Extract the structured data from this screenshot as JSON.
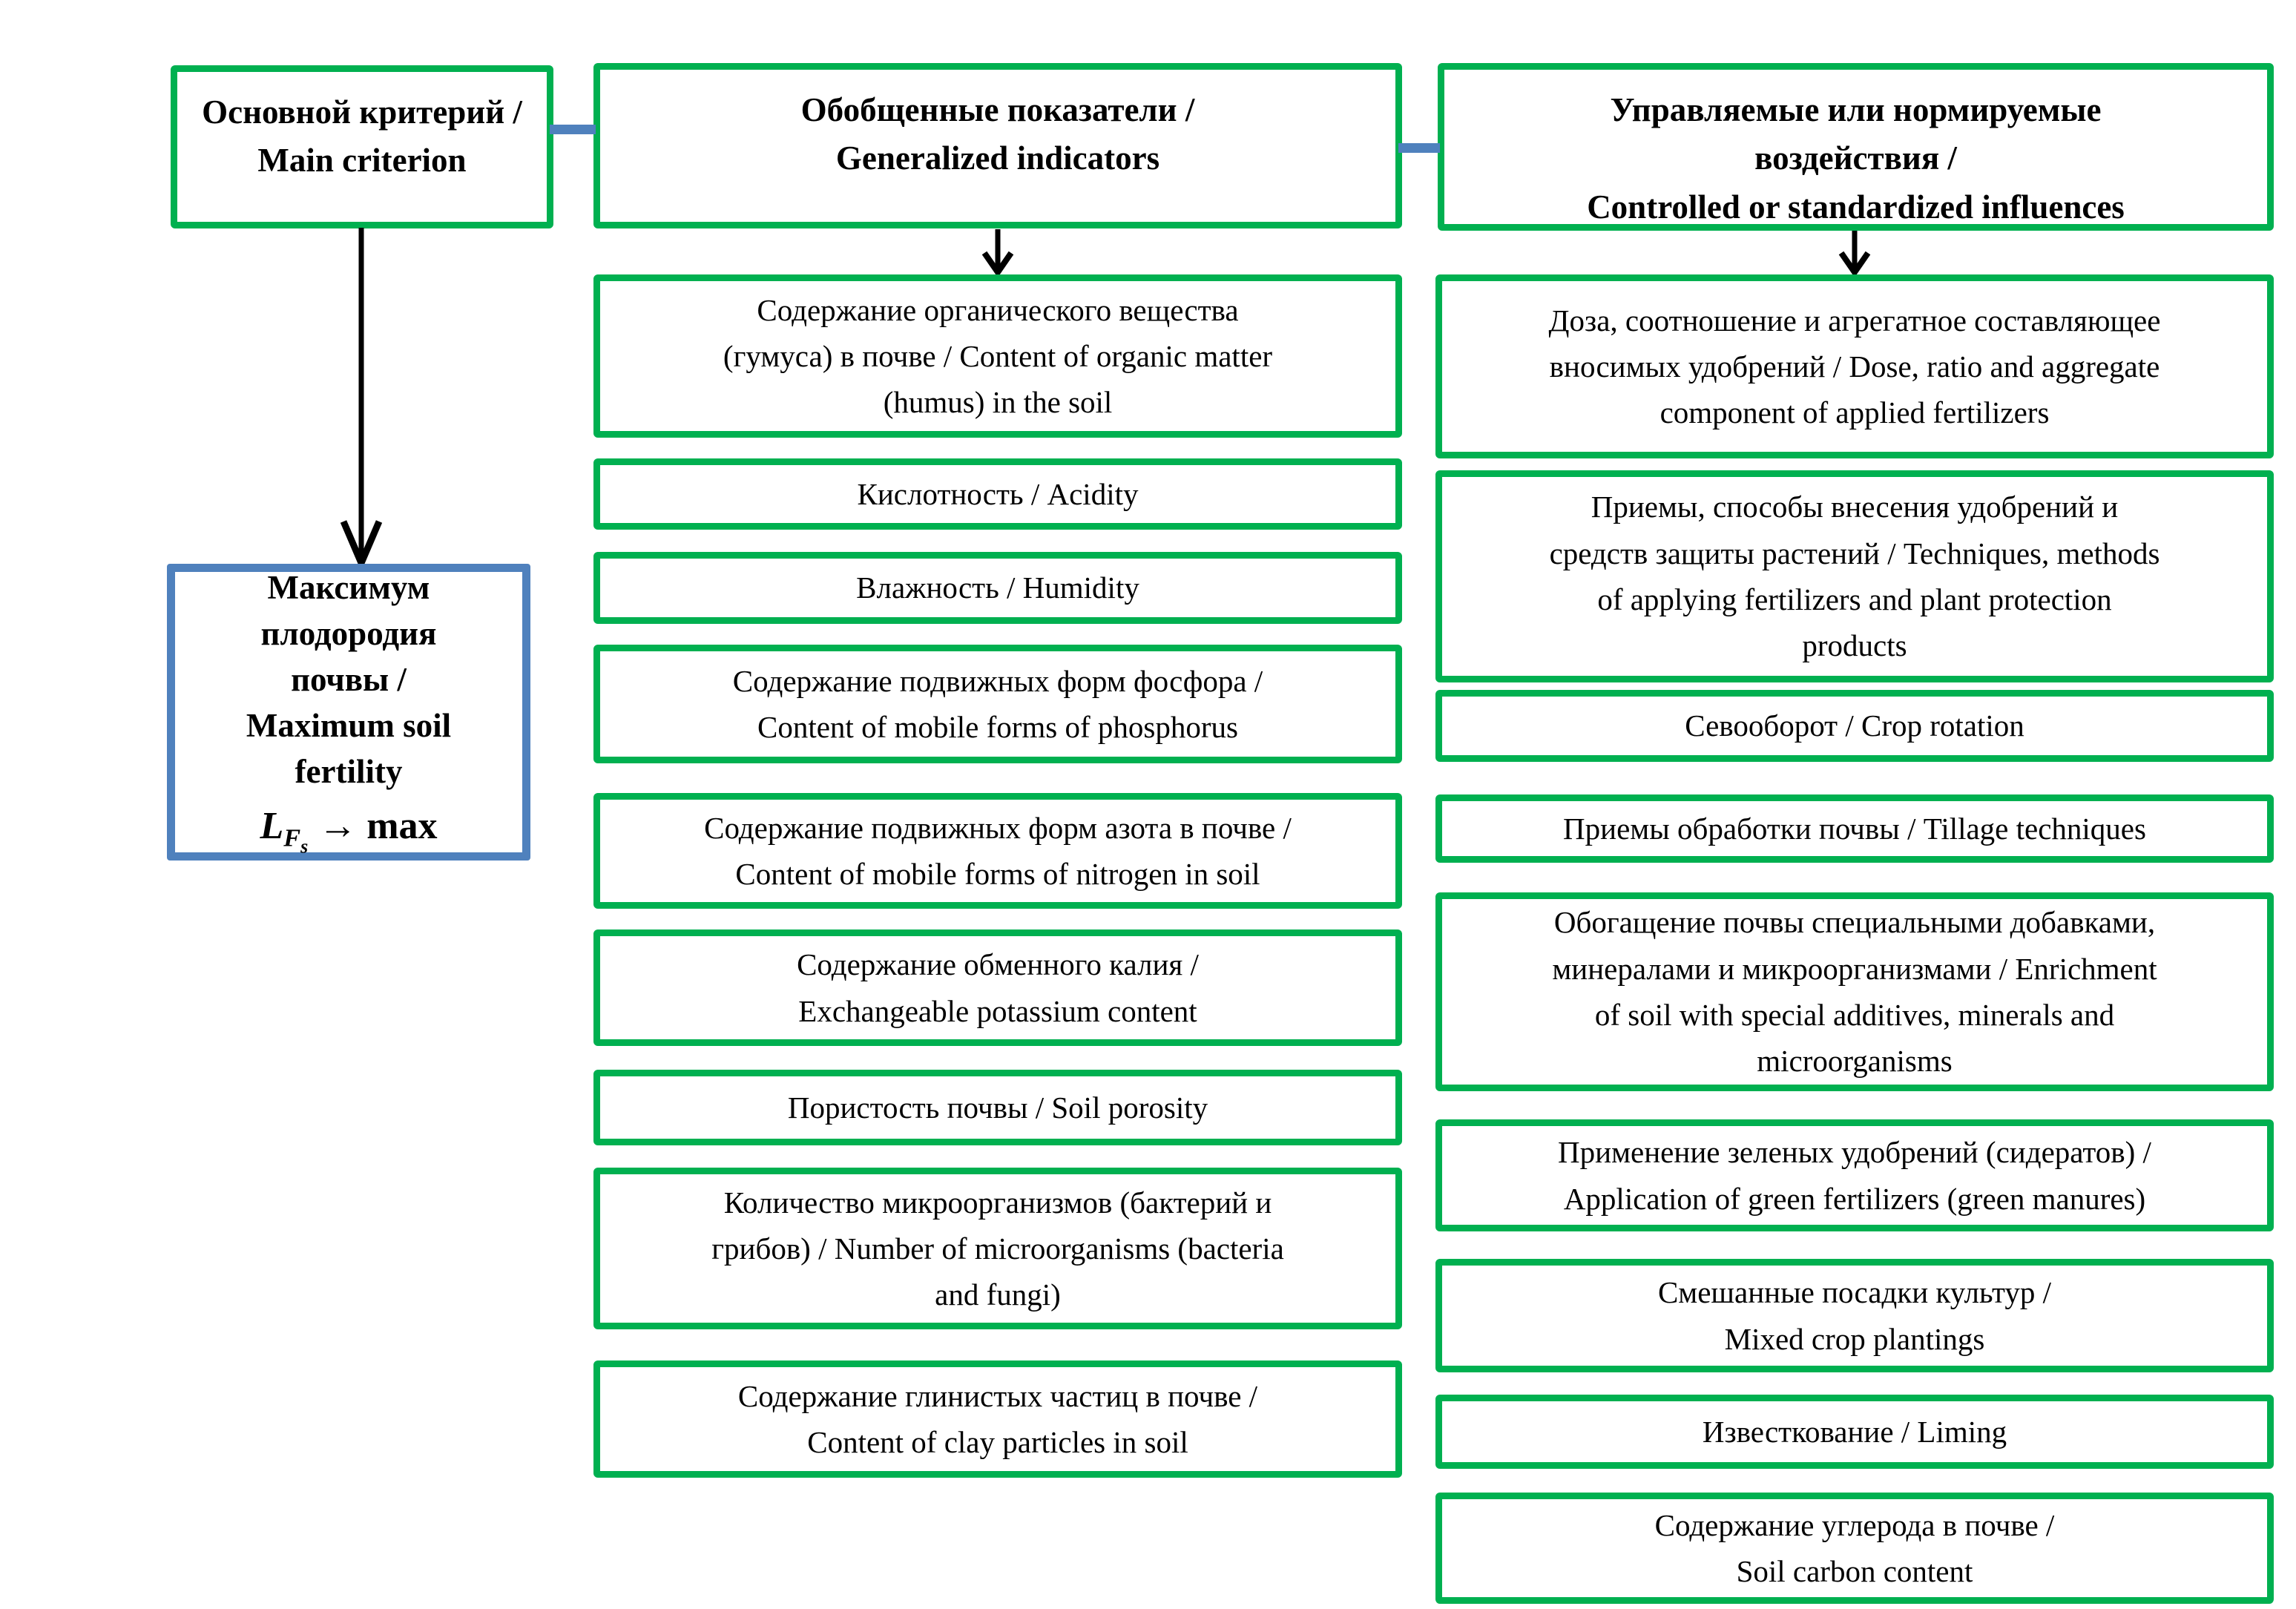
{
  "colors": {
    "accent_green": "#00B050",
    "accent_blue": "#4F81BD",
    "text": "#000000"
  },
  "headers": {
    "main_criterion": "Основной критерий /\nMain criterion",
    "generalized_indicators": "Обобщенные показатели /\nGeneralized indicators",
    "controlled_influences": "Управляемые или нормируемые\nвоздействия /\nControlled or standardized influences"
  },
  "goal": {
    "text": "Максимум\nплодородия\nпочвы /\nMaximum soil\nfertility",
    "formula": {
      "var": "L",
      "sub": "F",
      "subsub": "s",
      "rest": "→ max"
    }
  },
  "indicators": [
    "Содержание органического вещества\n(гумуса) в почве / Content of organic matter\n(humus) in the soil",
    "Кислотность / Acidity",
    "Влажность / Humidity",
    "Содержание подвижных форм фосфора /\nContent of mobile forms of phosphorus",
    "Содержание подвижных форм азота в почве /\nContent of mobile forms of nitrogen in soil",
    "Содержание обменного калия /\nExchangeable potassium content",
    "Пористость почвы / Soil porosity",
    "Количество микроорганизмов (бактерий и\nгрибов) / Number of microorganisms (bacteria\nand fungi)",
    "Содержание глинистых частиц в почве /\nContent of clay particles in soil"
  ],
  "influences": [
    "Доза, соотношение и агрегатное составляющее\nвносимых удобрений / Dose, ratio and aggregate\ncomponent of applied fertilizers",
    "Приемы, способы внесения удобрений и\nсредств защиты растений / Techniques, methods\nof applying fertilizers and plant protection\nproducts",
    "Севооборот / Crop rotation",
    "Приемы обработки почвы / Tillage techniques",
    "Обогащение почвы специальными добавками,\nминералами и микроорганизмами / Enrichment\nof soil with special additives, minerals and\nmicroorganisms",
    "Применение зеленых удобрений (сидератов) /\nApplication of green fertilizers (green manures)",
    "Смешанные посадки культур /\nMixed crop plantings",
    "Известкование / Liming",
    "Содержание углерода в почве /\nSoil carbon content"
  ]
}
